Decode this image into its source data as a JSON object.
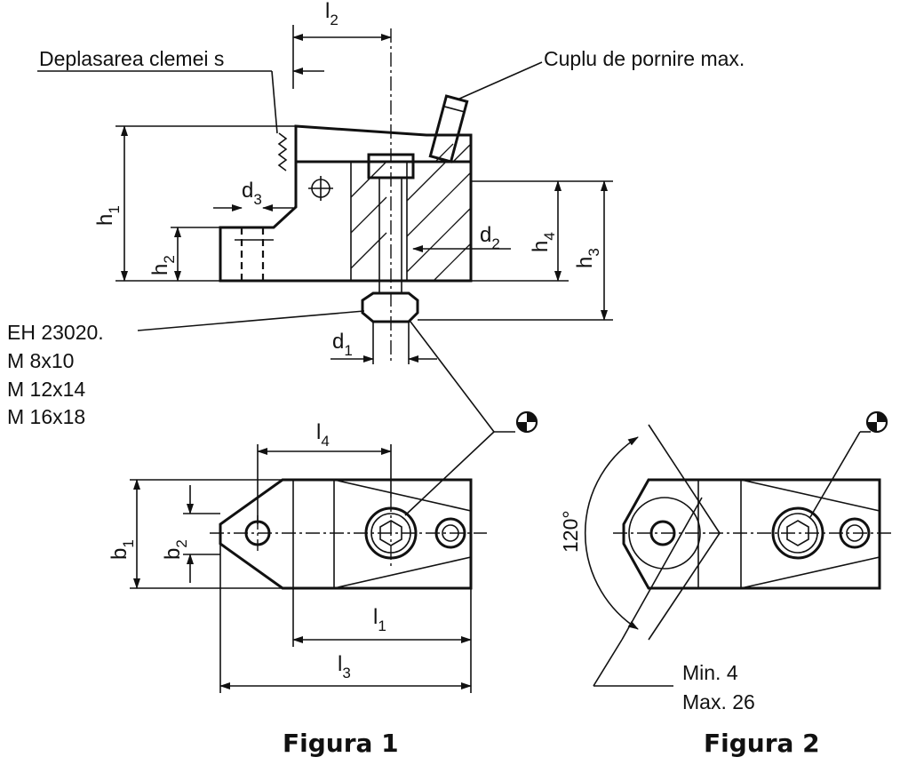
{
  "labels": {
    "clamp_travel": "Deplasarea clemei s",
    "max_torque": "Cuplu de pornire max.",
    "part_number": "EH 23020.",
    "sizes": [
      "M 8x10",
      "M 12x14",
      "M 16x18"
    ],
    "figure_1": "Figura 1",
    "figure_2": "Figura 2",
    "angle": "120°",
    "min_label": "Min.   4",
    "max_label": "Max. 26"
  },
  "dimensions": {
    "l2": {
      "main": "l",
      "sub": "2"
    },
    "h1": {
      "main": "h",
      "sub": "1"
    },
    "h2": {
      "main": "h",
      "sub": "2"
    },
    "h3": {
      "main": "h",
      "sub": "3"
    },
    "h4": {
      "main": "h",
      "sub": "4"
    },
    "d1": {
      "main": "d",
      "sub": "1"
    },
    "d2": {
      "main": "d",
      "sub": "2"
    },
    "d3": {
      "main": "d",
      "sub": "3"
    },
    "l1": {
      "main": "l",
      "sub": "1"
    },
    "l3": {
      "main": "l",
      "sub": "3"
    },
    "l4": {
      "main": "l",
      "sub": "4"
    },
    "b1": {
      "main": "b",
      "sub": "1"
    },
    "b2": {
      "main": "b",
      "sub": "2"
    }
  },
  "icons": {
    "center_of_gravity": "center-of-gravity-icon"
  }
}
